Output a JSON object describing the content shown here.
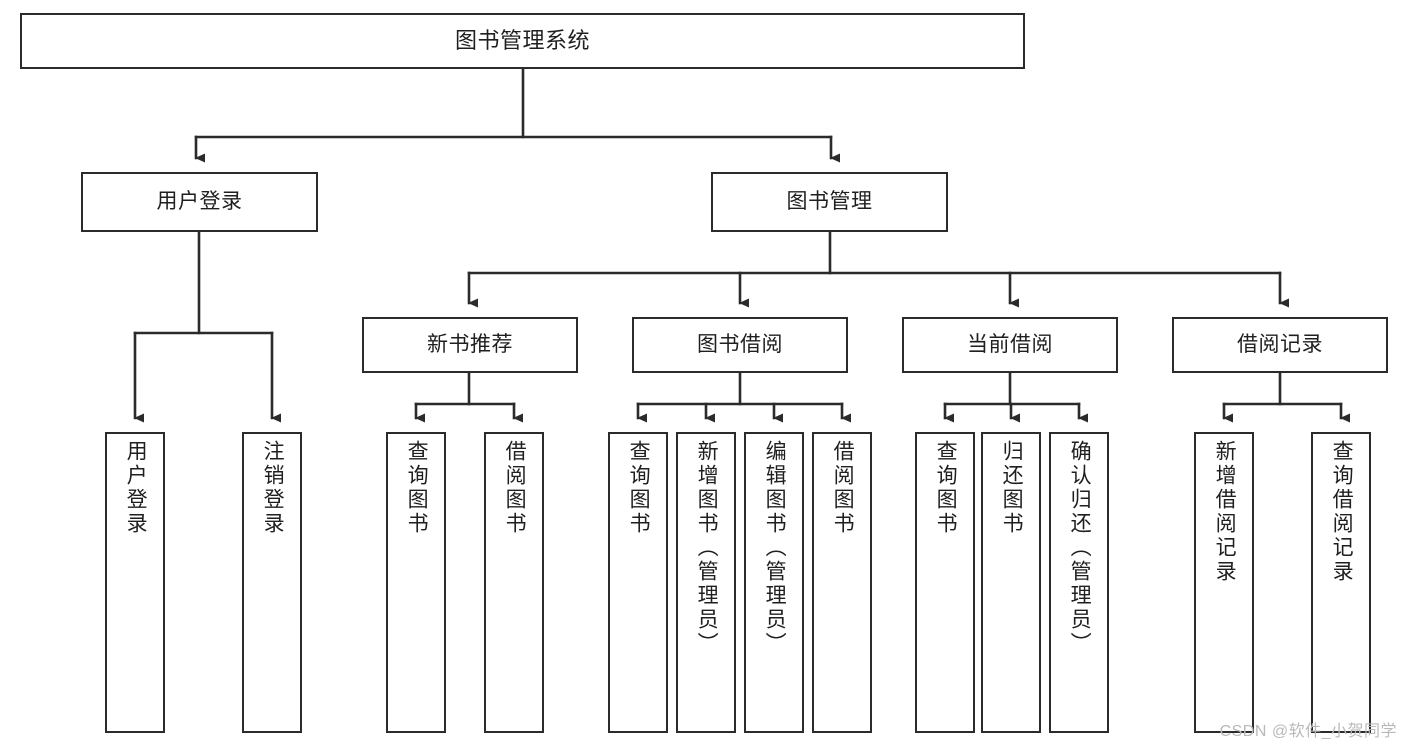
{
  "diagram": {
    "type": "tree",
    "title": "图书管理系统",
    "orientation": "top-down",
    "colors": {
      "box_border": "#2b2b2b",
      "box_fill": "#ffffff",
      "connector": "#2b2b2b",
      "text": "#1f1f1f",
      "watermark": "#b9b9b9",
      "background": "#ffffff"
    },
    "root": {
      "label": "图书管理系统"
    },
    "level2": [
      {
        "label": "用户登录"
      },
      {
        "label": "图书管理"
      }
    ],
    "level3": [
      {
        "label": "新书推荐"
      },
      {
        "label": "图书借阅"
      },
      {
        "label": "当前借阅"
      },
      {
        "label": "借阅记录"
      }
    ],
    "leaves": {
      "user_login": [
        {
          "label": "用户登录"
        },
        {
          "label": "注销登录"
        }
      ],
      "new_book_recommend": [
        {
          "label": "查询图书"
        },
        {
          "label": "借阅图书"
        }
      ],
      "book_borrow": [
        {
          "label": "查询图书"
        },
        {
          "label": "新增图书（管理员）"
        },
        {
          "label": "编辑图书（管理员）"
        },
        {
          "label": "借阅图书"
        }
      ],
      "current_borrow": [
        {
          "label": "查询图书"
        },
        {
          "label": "归还图书"
        },
        {
          "label": "确认归还（管理员）"
        }
      ],
      "borrow_record": [
        {
          "label": "新增借阅记录"
        },
        {
          "label": "查询借阅记录"
        }
      ]
    }
  },
  "watermark": {
    "text": "CSDN @软件_小贺同学"
  }
}
